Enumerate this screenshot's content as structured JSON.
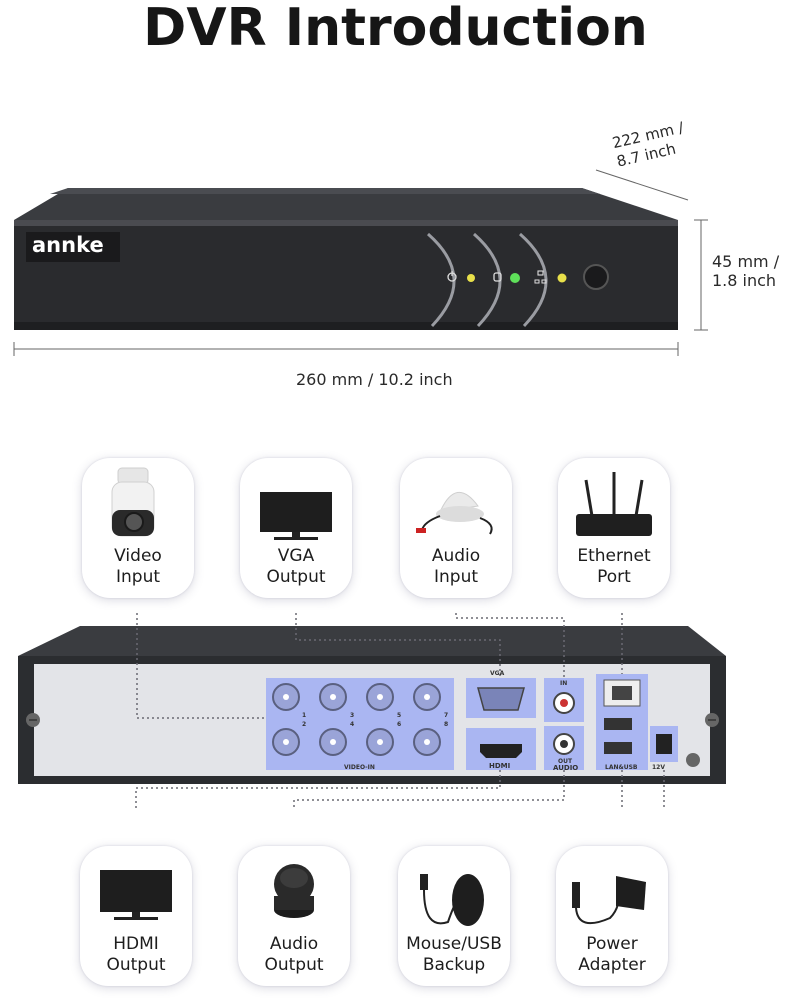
{
  "title": "DVR Introduction",
  "brand": "annke",
  "dimensions": {
    "depth": "222 mm /\n8.7 inch",
    "height": "45 mm /\n1.8 inch",
    "width": "260 mm / 10.2 inch"
  },
  "top_cards": [
    {
      "label": "Video\nInput",
      "icon": "cctv-camera-icon"
    },
    {
      "label": "VGA\nOutput",
      "icon": "monitor-icon"
    },
    {
      "label": "Audio\nInput",
      "icon": "microphone-icon"
    },
    {
      "label": "Ethernet\nPort",
      "icon": "router-icon"
    }
  ],
  "bottom_cards": [
    {
      "label": "HDMI\nOutput",
      "icon": "monitor-icon"
    },
    {
      "label": "Audio\nOutput",
      "icon": "speaker-icon"
    },
    {
      "label": "Mouse/USB\nBackup",
      "icon": "mouse-icon"
    },
    {
      "label": "Power\nAdapter",
      "icon": "power-adapter-icon"
    }
  ],
  "rear_panel": {
    "video_in": "VIDEO-IN",
    "vga": "VGA",
    "hdmi": "HDMI",
    "audio": "AUDIO",
    "in": "IN",
    "out": "OUT",
    "lan_usb": "LAN&USB",
    "power": "12V",
    "channel_numbers": [
      "1",
      "2",
      "3",
      "4",
      "5",
      "6",
      "7",
      "8"
    ]
  },
  "colors": {
    "highlight": "#aab6f2",
    "dvr_body": "#2b2d30",
    "led_green": "#5fe05a",
    "led_yellow": "#e8e04a",
    "connector": "#6a6a72"
  }
}
